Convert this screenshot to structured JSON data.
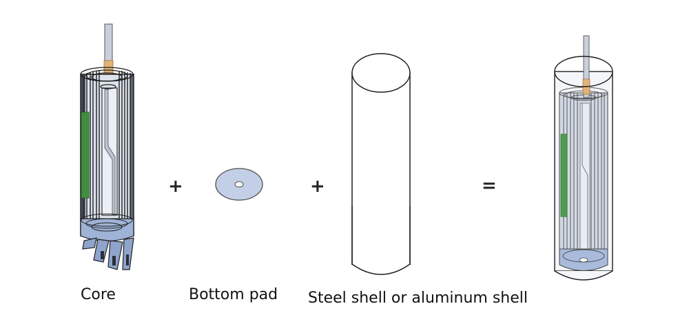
{
  "diagram": {
    "components": [
      {
        "id": "core",
        "label": "Core"
      },
      {
        "id": "bottom_pad",
        "label": "Bottom pad"
      },
      {
        "id": "shell",
        "label": "Steel shell or aluminum shell"
      },
      {
        "id": "assembled_cell",
        "label": ""
      }
    ],
    "operators": {
      "plus_1": "+",
      "plus_2": "+",
      "equals": "="
    }
  },
  "colors": {
    "outline": "#1e1e1e",
    "core_body": "#dde3ec",
    "core_bottom": "#9fb3d6",
    "tab_metal": "#c9d0dc",
    "tab_tape": "#e1b27a",
    "green_strip": "#3f8f3f",
    "pad_fill": "#c3cfe6",
    "shell_fill": "#ffffff"
  }
}
